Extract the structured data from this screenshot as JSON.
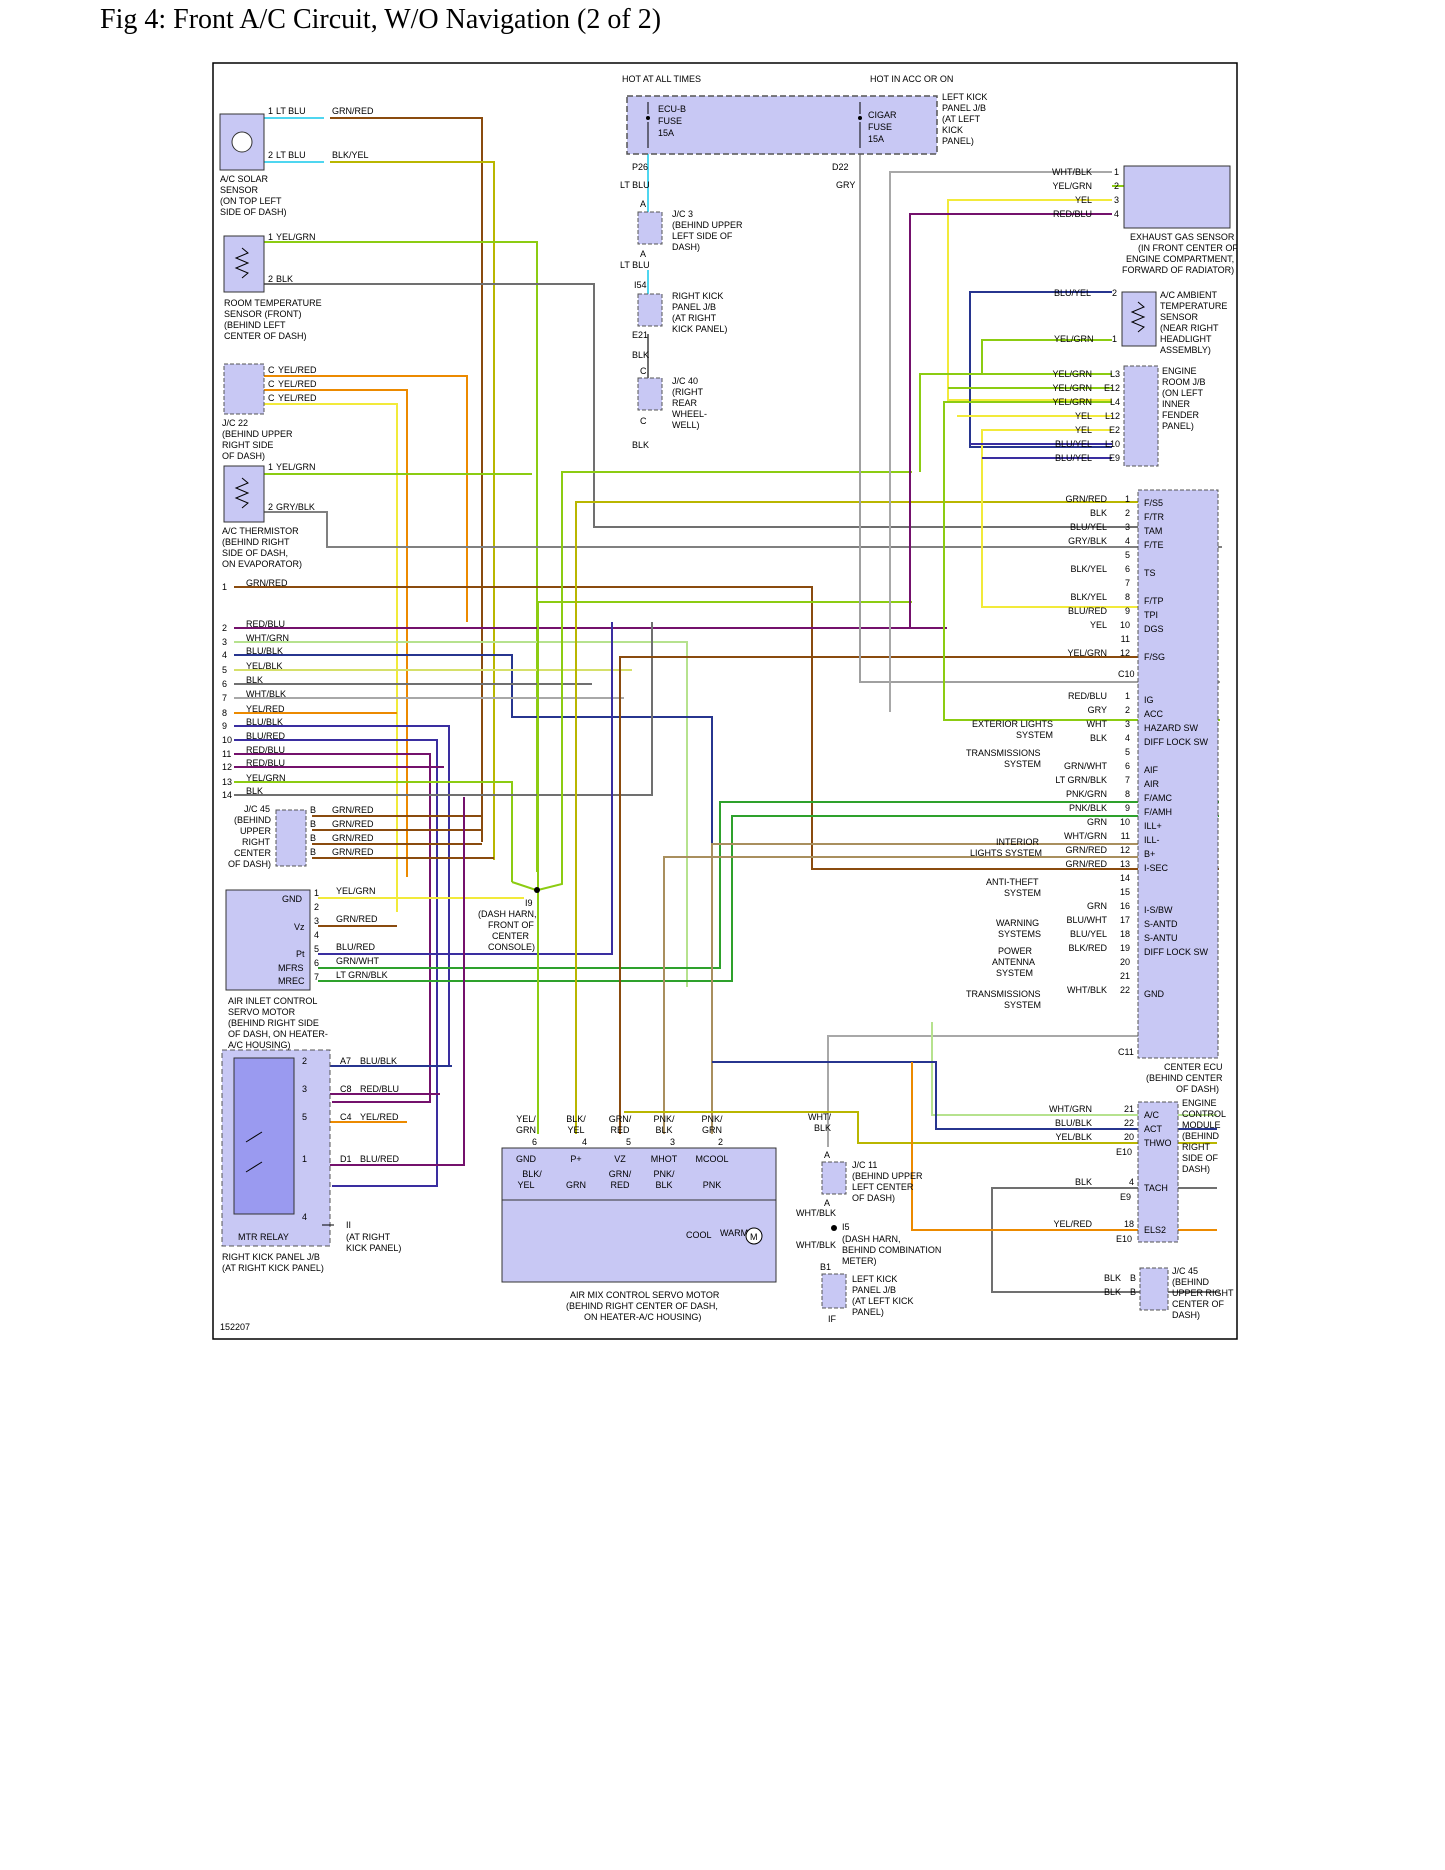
{
  "figure": {
    "title": "Fig 4: Front A/C Circuit, W/O Navigation (2 of 2)",
    "ref_number": "152207"
  },
  "colors": {
    "component_fill": "#c8c8f4",
    "lt_blu": "#4fd6f0",
    "grn_red": "#8a4b0e",
    "blk_yel": "#b9b600",
    "yel_grn": "#8ccc12",
    "blk": "#707070",
    "yel_red": "#ec8a00",
    "yel": "#f2ea3a",
    "red_blu": "#74116c",
    "wht_grn": "#b6e28e",
    "blu_blk": "#27358f",
    "yel_blk": "#d6e06a",
    "wht_blk": "#a8a8a8",
    "blu_red": "#3a2ea0",
    "blu_yel": "#2c3f9e",
    "gry": "#a0a0a0",
    "grn": "#2ea12c",
    "pnk": "#e06a88",
    "pnk_grn": "#a98f5e",
    "gry_blk": "#808080"
  },
  "fuses": {
    "hot_at_all_times": "HOT AT ALL TIMES",
    "hot_in_acc": "HOT IN ACC OR ON",
    "ecu_b": [
      "ECU-B",
      "FUSE",
      "15A"
    ],
    "cigar": [
      "CIGAR",
      "FUSE",
      "15A"
    ],
    "left_kick_jb": [
      "LEFT KICK",
      "PANEL J/B",
      "(AT LEFT",
      "KICK",
      "PANEL)"
    ],
    "p26": "P26",
    "d22": "D22",
    "gry": "GRY"
  },
  "junctions": {
    "lt_blu_1": "LT BLU",
    "lt_blu_2": "LT BLU",
    "jc3": [
      "J/C 3",
      "(BEHIND UPPER",
      "LEFT SIDE OF",
      "DASH)"
    ],
    "i54": "I54",
    "right_kick_jb": [
      "RIGHT KICK",
      "PANEL J/B",
      "(AT RIGHT",
      "KICK PANEL)"
    ],
    "e21": "E21",
    "blk_1": "BLK",
    "jc40": [
      "J/C 40",
      "(RIGHT",
      "REAR",
      "WHEEL-",
      "WELL)"
    ],
    "blk_2": "BLK",
    "a": "A",
    "c": "C"
  },
  "solar_sensor": {
    "pin1": "1",
    "pin2": "2",
    "w1": "LT BLU",
    "w2": "LT BLU",
    "c1": "GRN/RED",
    "c2": "BLK/YEL",
    "label": [
      "A/C SOLAR",
      "SENSOR",
      "(ON TOP LEFT",
      "SIDE OF DASH)"
    ]
  },
  "room_temp_sensor": {
    "pin1": "1",
    "pin2": "2",
    "w1": "YEL/GRN",
    "w2": "BLK",
    "label": [
      "ROOM TEMPERATURE",
      "SENSOR (FRONT)",
      "(BEHIND LEFT",
      "CENTER OF DASH)"
    ]
  },
  "jc22": {
    "pins": [
      "C",
      "C",
      "C"
    ],
    "wires": [
      "YEL/RED",
      "YEL/RED",
      "YEL/RED"
    ],
    "label": [
      "J/C 22",
      "(BEHIND UPPER",
      "RIGHT SIDE",
      "OF DASH)"
    ]
  },
  "thermistor": {
    "pin1": "1",
    "pin2": "2",
    "w1": "YEL/GRN",
    "w2": "GRY/BLK",
    "label": [
      "A/C THERMISTOR",
      "(BEHIND RIGHT",
      "SIDE OF DASH,",
      "ON EVAPORATOR)"
    ]
  },
  "left_connector": {
    "pins": [
      "1",
      "2",
      "3",
      "4",
      "5",
      "6",
      "7",
      "8",
      "9",
      "10",
      "11",
      "12",
      "13",
      "14"
    ],
    "wires": [
      "GRN/RED",
      "RED/BLU",
      "WHT/GRN",
      "BLU/BLK",
      "YEL/BLK",
      "BLK",
      "WHT/BLK",
      "YEL/RED",
      "BLU/BLK",
      "BLU/RED",
      "RED/BLU",
      "RED/BLU",
      "YEL/GRN",
      "BLK"
    ]
  },
  "jc45_left": {
    "pins": [
      "B",
      "B",
      "B",
      "B"
    ],
    "wires": [
      "GRN/RED",
      "GRN/RED",
      "GRN/RED",
      "GRN/RED"
    ],
    "label": [
      "J/C 45",
      "(BEHIND",
      "UPPER",
      "RIGHT",
      "CENTER",
      "OF DASH)"
    ]
  },
  "air_inlet_servo": {
    "terms": [
      "GND",
      "Vz",
      "Pt",
      "MFRS",
      "MREC"
    ],
    "pins": [
      "1",
      "2",
      "3",
      "4",
      "5",
      "6",
      "7"
    ],
    "wires": [
      "YEL/GRN",
      "",
      "GRN/RED",
      "",
      "BLU/RED",
      "GRN/WHT",
      "LT GRN/BLK"
    ],
    "label": [
      "AIR INLET CONTROL",
      "SERVO MOTOR",
      "(BEHIND RIGHT SIDE",
      "OF DASH, ON HEATER-",
      "A/C HOUSING)"
    ]
  },
  "dash_harness_i9": {
    "label": [
      "I9",
      "(DASH HARN,",
      "FRONT OF",
      "CENTER",
      "CONSOLE)"
    ]
  },
  "mtr_relay": {
    "pins": [
      "2",
      "3",
      "5",
      "1",
      "4"
    ],
    "conns": [
      "A7",
      "C8",
      "C4",
      "D1"
    ],
    "wires": [
      "BLU/BLK",
      "RED/BLU",
      "YEL/RED",
      "BLU/RED"
    ],
    "title": "MTR RELAY",
    "ii": "II",
    "ii_label": [
      "(AT RIGHT",
      "KICK PANEL)"
    ],
    "label": [
      "RIGHT KICK PANEL J/B",
      "(AT RIGHT KICK PANEL)"
    ]
  },
  "air_mix_servo": {
    "wire_top": [
      "YEL/",
      "BLK/",
      "GRN/",
      "PNK/",
      "PNK/"
    ],
    "wire_bot": [
      "GRN",
      "YEL",
      "RED",
      "BLK",
      "GRN"
    ],
    "pins": [
      "6",
      "4",
      "5",
      "3",
      "2"
    ],
    "terms": [
      "GND",
      "P+",
      "VZ",
      "MHOT",
      "MCOOL"
    ],
    "inner_top": [
      "BLK/",
      "GRN/",
      "PNK/"
    ],
    "inner_bot": [
      "YEL",
      "GRN",
      "RED",
      "BLK",
      "PNK"
    ],
    "cool": "COOL",
    "warm": "WARM",
    "m": "M",
    "label": [
      "AIR MIX CONTROL SERVO MOTOR",
      "(BEHIND RIGHT CENTER OF DASH,",
      "ON HEATER-A/C HOUSING)"
    ]
  },
  "jc11": {
    "wire": [
      "WHT/",
      "BLK"
    ],
    "a1": "A",
    "a2": "A",
    "label": [
      "J/C 11",
      "(BEHIND UPPER",
      "LEFT CENTER",
      "OF DASH)"
    ],
    "wht_blk_1": "WHT/BLK",
    "wht_blk_2": "WHT/BLK",
    "i5": "I5",
    "i5_label": [
      "(DASH HARN,",
      "BEHIND COMBINATION",
      "METER)"
    ],
    "b1": "B1",
    "lk_label": [
      "LEFT KICK",
      "PANEL J/B",
      "(AT LEFT KICK",
      "PANEL)"
    ],
    "if_label": "IF"
  },
  "exhaust_sensor": {
    "pins": [
      "1",
      "2",
      "3",
      "4"
    ],
    "wires": [
      "WHT/BLK",
      "YEL/GRN",
      "YEL",
      "RED/BLU"
    ],
    "label": [
      "EXHAUST GAS SENSOR",
      "(IN FRONT CENTER OF",
      "ENGINE COMPARTMENT,",
      "FORWARD OF RADIATOR)"
    ]
  },
  "ambient_sensor": {
    "pins": [
      "2",
      "1"
    ],
    "wires": [
      "BLU/YEL",
      "YEL/GRN"
    ],
    "label": [
      "A/C AMBIENT",
      "TEMPERATURE",
      "SENSOR",
      "(NEAR RIGHT",
      "HEADLIGHT",
      "ASSEMBLY)"
    ]
  },
  "engine_room_jb": {
    "pins": [
      "L3",
      "E12",
      "L4",
      "L12",
      "E2",
      "L10",
      "E9"
    ],
    "wires": [
      "YEL/GRN",
      "YEL/GRN",
      "YEL/GRN",
      "YEL",
      "YEL",
      "BLU/YEL",
      "BLU/YEL"
    ],
    "label": [
      "ENGINE",
      "ROOM J/B",
      "(ON LEFT",
      "INNER",
      "FENDER",
      "PANEL)"
    ]
  },
  "center_ecu": {
    "c10_pins": [
      "1",
      "2",
      "3",
      "4",
      "5",
      "6",
      "7",
      "8",
      "9",
      "10",
      "11",
      "12"
    ],
    "c10_wires": [
      "GRN/RED",
      "BLK",
      "BLU/YEL",
      "GRY/BLK",
      "",
      "BLK/YEL",
      "",
      "BLK/YEL",
      "BLU/RED",
      "YEL",
      "",
      "YEL/GRN"
    ],
    "c10_terms": [
      "F/S5",
      "F/TR",
      "TAM",
      "F/TE",
      "",
      "TS",
      "",
      "F/TP",
      "TPI",
      "DGS",
      "",
      "F/SG"
    ],
    "c10": "C10",
    "c11_pins": [
      "1",
      "2",
      "3",
      "4",
      "5",
      "6",
      "7",
      "8",
      "9",
      "10",
      "11",
      "12",
      "13",
      "14",
      "15",
      "16",
      "17",
      "18",
      "19",
      "20",
      "21",
      "22"
    ],
    "c11_wires": [
      "RED/BLU",
      "GRY",
      "WHT",
      "BLK",
      "",
      "GRN/WHT",
      "LT GRN/BLK",
      "PNK/GRN",
      "PNK/BLK",
      "GRN",
      "WHT/GRN",
      "GRN/RED",
      "GRN/RED",
      "",
      "",
      "GRN",
      "BLU/WHT",
      "BLU/YEL",
      "BLK/RED",
      "",
      "",
      "WHT/BLK"
    ],
    "c11_terms": [
      "IG",
      "ACC",
      "HAZARD SW",
      "DIFF LOCK SW",
      "",
      "AIF",
      "AIR",
      "F/AMC",
      "F/AMH",
      "ILL+",
      "ILL-",
      "B+",
      "I-SEC",
      "",
      "",
      "I-S/BW",
      "S-ANTD",
      "S-ANTU",
      "DIFF LOCK SW",
      "",
      "",
      "GND"
    ],
    "c11": "C11",
    "label": [
      "CENTER ECU",
      "(BEHIND CENTER",
      "OF DASH)"
    ],
    "ext_exterior": [
      "EXTERIOR LIGHTS",
      "SYSTEM"
    ],
    "ext_trans1": [
      "TRANSMISSIONS",
      "SYSTEM"
    ],
    "ext_interior": [
      "INTERIOR",
      "LIGHTS SYSTEM"
    ],
    "ext_antitheft": [
      "ANTI-THEFT",
      "SYSTEM"
    ],
    "ext_warning": [
      "WARNING",
      "SYSTEMS"
    ],
    "ext_antenna": [
      "POWER",
      "ANTENNA",
      "SYSTEM"
    ],
    "ext_trans2": [
      "TRANSMISSIONS",
      "SYSTEM"
    ]
  },
  "engine_ecm": {
    "pins": [
      "21",
      "22",
      "20",
      "4",
      "18"
    ],
    "wires": [
      "WHT/GRN",
      "BLU/BLK",
      "YEL/BLK",
      "BLK",
      "YEL/RED"
    ],
    "terms": [
      "A/C",
      "ACT",
      "THWO",
      "TACH",
      "ELS2"
    ],
    "e10a": "E10",
    "e9": "E9",
    "e10b": "E10",
    "label": [
      "ENGINE",
      "CONTROL",
      "MODULE",
      "(BEHIND",
      "RIGHT",
      "SIDE OF",
      "DASH)"
    ]
  },
  "jc45_right": {
    "wires": [
      "BLK",
      "BLK"
    ],
    "pins": [
      "B",
      "B"
    ],
    "label": [
      "J/C 45",
      "(BEHIND",
      "UPPER RIGHT",
      "CENTER OF",
      "DASH)"
    ]
  }
}
